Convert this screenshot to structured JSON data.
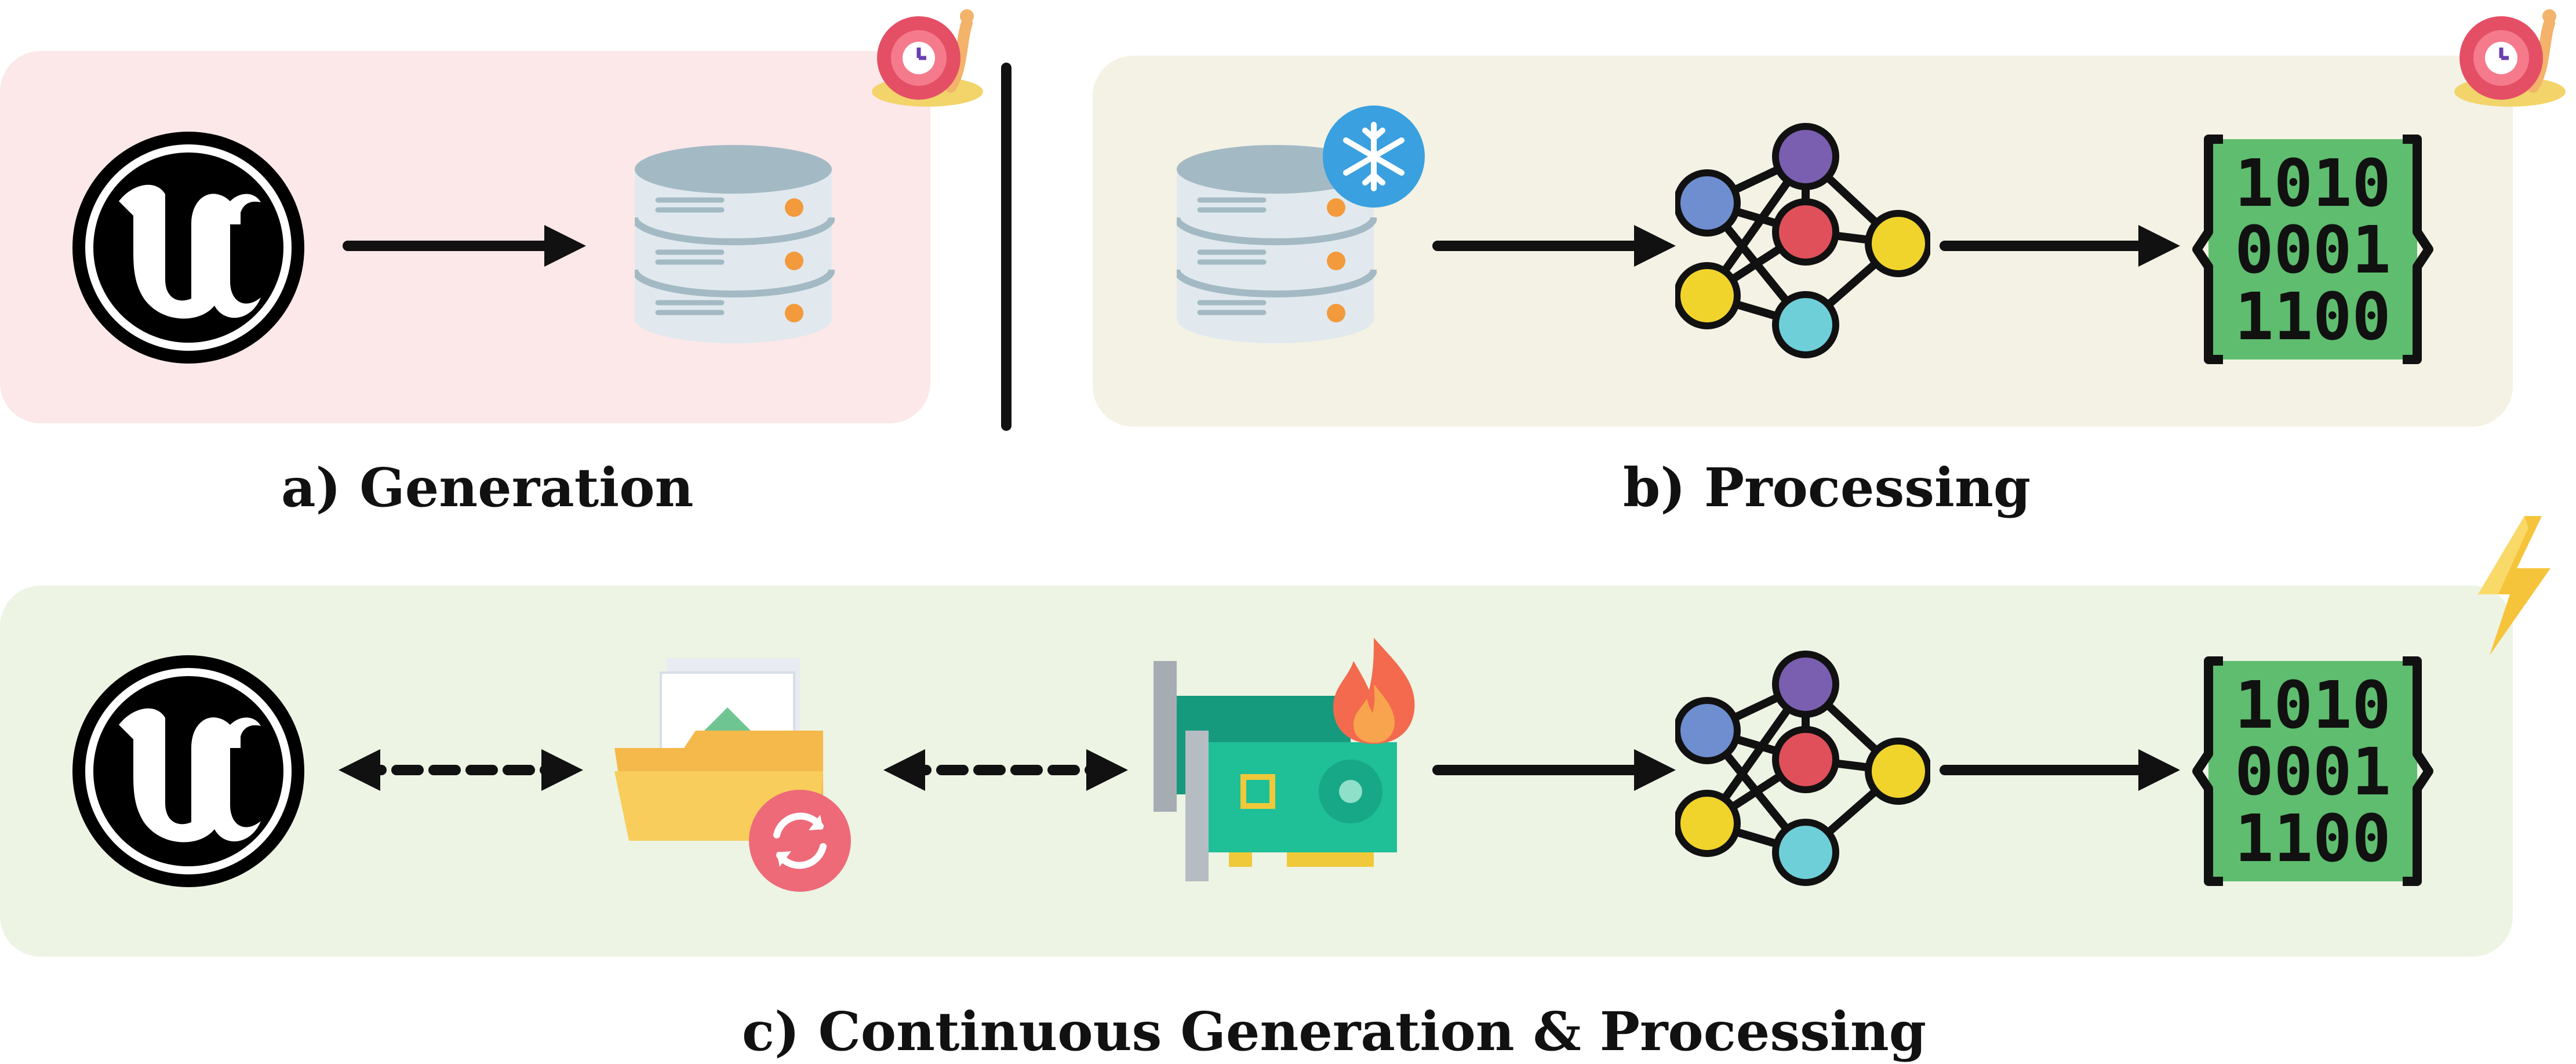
{
  "panels": {
    "a": {
      "caption": "a)  Generation",
      "color": "#fce8e8"
    },
    "b": {
      "caption": "b) Processing",
      "color": "#f4f2e4"
    },
    "c": {
      "caption": "c) Continuous Generation & Processing",
      "color": "#edf4e4"
    }
  },
  "binary": {
    "line1": "1010",
    "line2": "0001",
    "line3": "1100"
  },
  "icons": {
    "engine_logo": "unreal-engine-logo-icon",
    "storage": "database-icon",
    "frozen": "snowflake-icon",
    "network": "neural-network-icon",
    "data_output": "binary-data-icon",
    "slow": "snail-icon",
    "fast": "lightning-icon",
    "upload": "folder-upload-icon",
    "gpu": "gpu-card-icon",
    "hot": "flame-icon"
  }
}
